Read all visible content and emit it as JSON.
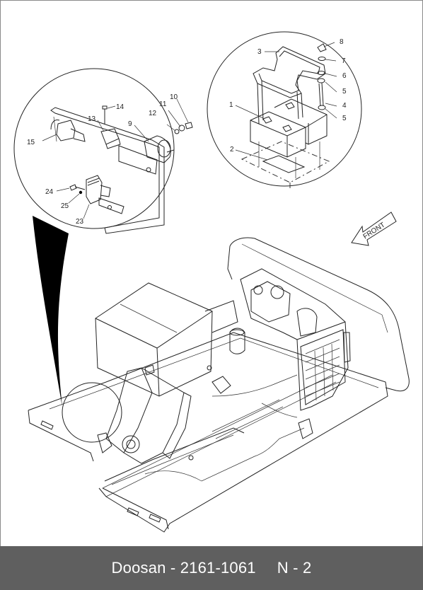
{
  "footer": {
    "brand_part": "Doosan - 2161-1061",
    "page_code": "N - 2"
  },
  "direction_label": "FRONT",
  "callouts_left": [
    "14",
    "13",
    "15",
    "9",
    "12",
    "11",
    "10",
    "24",
    "25",
    "23"
  ],
  "callouts_right": [
    "8",
    "3",
    "7",
    "6",
    "5",
    "4",
    "5",
    "1",
    "2"
  ]
}
